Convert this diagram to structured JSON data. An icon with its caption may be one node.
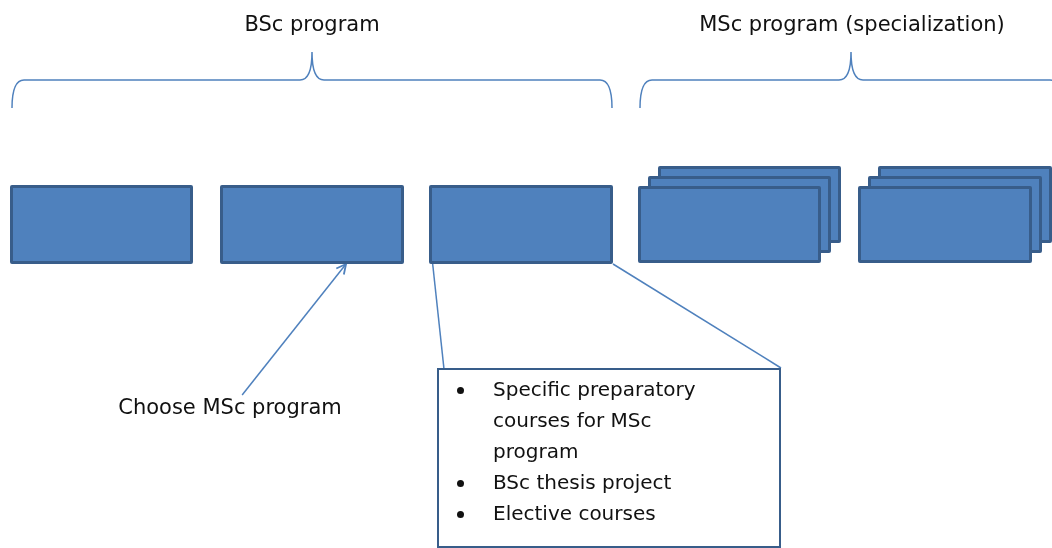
{
  "diagram": {
    "nodes": [
      {
        "text": [],
        "shape": "box"
      },
      {
        "text": [],
        "shape": "box"
      },
      {
        "text": [],
        "shape": "box"
      },
      {
        "text": [],
        "shape": "box"
      },
      {
        "text": [],
        "shape": "box"
      },
      {
        "text": [
          "Choose MSc program"
        ]
      },
      {
        "text": [
          "Specific preparatory courses for MSc program",
          "BSc thesis project",
          "Elective courses"
        ]
      }
    ],
    "edges": [
      {
        "from": 5,
        "to": 1,
        "arrow": "to"
      },
      {
        "from": 2,
        "to": 6,
        "arrow": "none"
      },
      {
        "from": 2,
        "to": 6,
        "arrow": "none"
      }
    ],
    "labels": [
      "BSc program",
      "MSc program (specialization)"
    ]
  }
}
